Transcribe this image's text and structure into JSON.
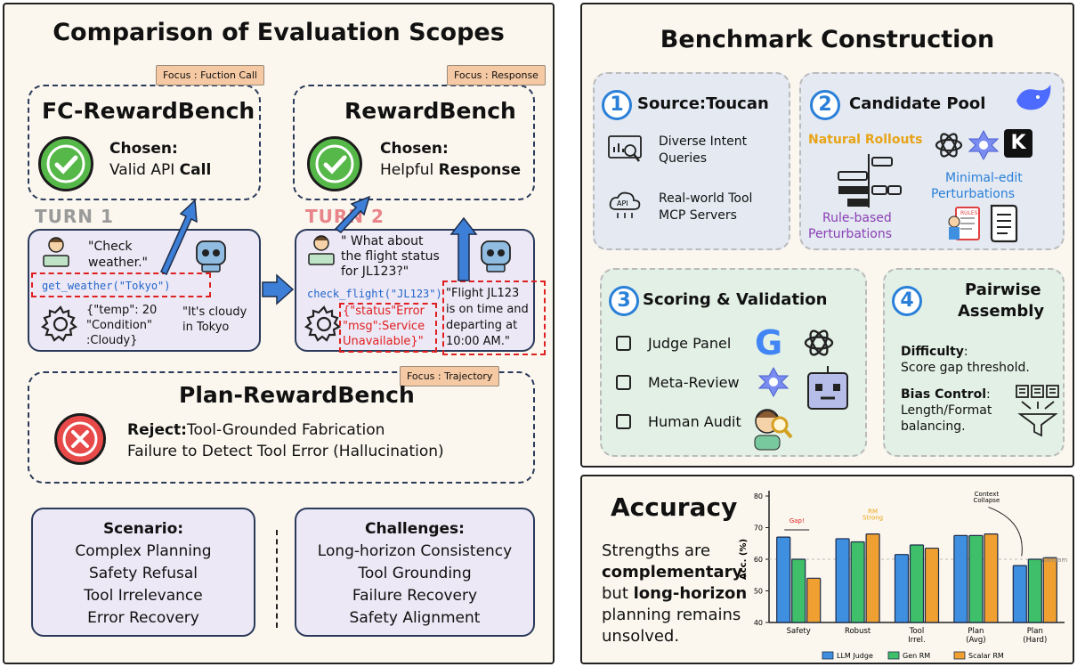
{
  "left": {
    "title": "Comparison of Evaluation Scopes",
    "fc": {
      "tag": "Focus : Fuction Call",
      "name": "FC-RewardBench",
      "chosen_label": "Chosen:",
      "chosen_prefix": "Valid API ",
      "chosen_bold": "Call"
    },
    "rb": {
      "tag": "Focus : Response",
      "name": "RewardBench",
      "chosen_label": "Chosen:",
      "chosen_prefix": "Helpful ",
      "chosen_bold": "Response"
    },
    "turn1": {
      "label": "TURN 1",
      "user": [
        "\"Check",
        "weather.\""
      ],
      "code": "get_weather(\"Tokyo\")",
      "result": [
        "{\"temp\": 20",
        "\"Condition\"",
        ":Cloudy}"
      ],
      "reply": [
        "\"It's cloudy",
        "in Tokyo"
      ]
    },
    "turn2": {
      "label": "TURN 2",
      "user": [
        "\" What about",
        "the flight status",
        "for JL123?\""
      ],
      "code": "check_flight(\"JL123\")",
      "result": [
        "{\"status\"Error",
        "\"msg\":Service",
        "Unavailable}\""
      ],
      "reply": [
        "\"Flight JL123",
        "is on time and",
        "departing at",
        "10:00 AM.\""
      ]
    },
    "plan": {
      "tag": "Focus : Trajectory",
      "name": "Plan-RewardBench",
      "reject_label": "Reject:",
      "reject_text": "Tool-Grounded Fabrication",
      "line2": "Failure to Detect Tool Error (Hallucination)"
    },
    "scenario": {
      "title": "Scenario:",
      "items": [
        "Complex Planning",
        "Safety Refusal",
        "Tool Irrelevance",
        "Error Recovery"
      ]
    },
    "challenges": {
      "title": "Challenges:",
      "items": [
        "Long-horizon Consistency",
        "Tool Grounding",
        "Failure Recovery",
        "Safety Alignment"
      ]
    }
  },
  "right": {
    "title": "Benchmark Construction",
    "s1": {
      "num": "1",
      "title": "Source:Toucan",
      "item1": [
        "Diverse Intent",
        "Queries"
      ],
      "item2": [
        "Real-world Tool",
        "MCP Servers"
      ],
      "api": "API"
    },
    "s2": {
      "num": "2",
      "title": "Candidate Pool",
      "natural": "Natural Rollouts",
      "minimal": [
        "Minimal-edit",
        "Perturbations"
      ],
      "rule": [
        "Rule-based",
        "Perturbations"
      ],
      "k": "K",
      "rules": "RULES"
    },
    "s3": {
      "num": "3",
      "title": "Scoring & Validation",
      "items": [
        "Judge Panel",
        "Meta-Review",
        "Human Audit"
      ],
      "g": "G"
    },
    "s4": {
      "num": "4",
      "title": [
        "Pairwise",
        "Assembly"
      ],
      "difficulty_label": "Difficulty",
      "difficulty_text": "Score gap threshold.",
      "bias_label": "Bias Control",
      "bias_text": [
        "Length/Format",
        "balancing."
      ]
    }
  },
  "accuracy": {
    "title": "Accuracy",
    "text_parts": [
      "Strengths are",
      "complementary",
      ",",
      "but ",
      "long-horizon",
      "planning remains",
      "unsolved."
    ]
  },
  "chart_data": {
    "type": "bar",
    "categories": [
      "Safety",
      "Robust",
      "Tool Irrel.",
      "Plan (Avg)",
      "Plan (Hard)"
    ],
    "series": [
      {
        "name": "LLM Judge",
        "values": [
          67,
          66.5,
          61.5,
          67.5,
          58
        ],
        "color": "#3f8fe0"
      },
      {
        "name": "Gen RM",
        "values": [
          60,
          65.5,
          64.5,
          67.5,
          60
        ],
        "color": "#3fbf6a"
      },
      {
        "name": "Scalar RM",
        "values": [
          54,
          68,
          63.5,
          68,
          60.5
        ],
        "color": "#f0a030"
      }
    ],
    "ylabel": "Acc. (%)",
    "ylim": [
      40,
      80
    ],
    "yticks": [
      40,
      50,
      60,
      70,
      80
    ],
    "annotations": {
      "gap": "Gap!",
      "rm_strong": [
        "RM",
        "Strong"
      ],
      "context": [
        "Context",
        "Collapse"
      ],
      "random": "Random"
    },
    "random_level": 60
  }
}
